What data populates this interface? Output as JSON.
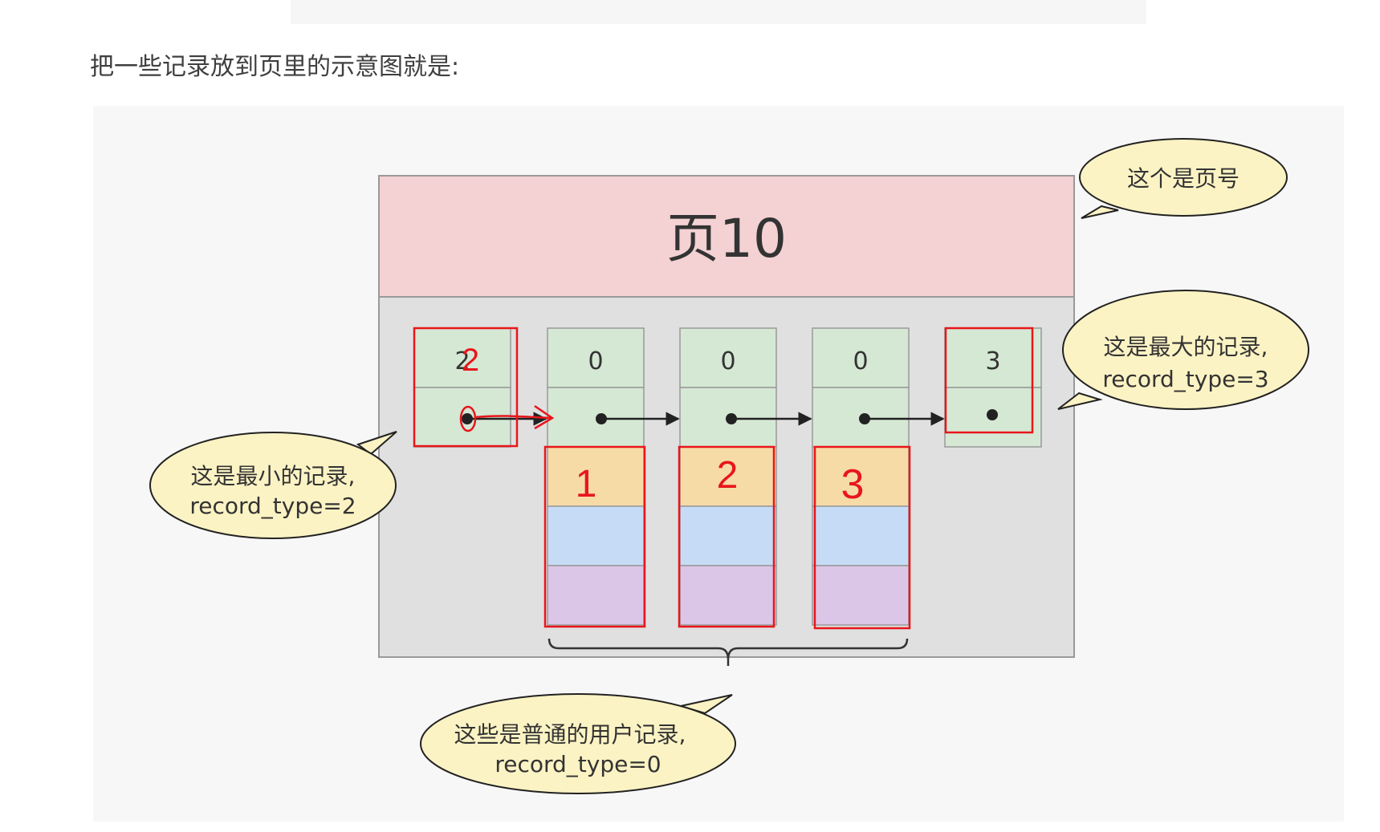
{
  "heading": "把一些记录放到页里的示意图就是:",
  "page": {
    "title": "页10"
  },
  "records": {
    "infimum": {
      "header_value": "2",
      "annotation": "2"
    },
    "user": [
      {
        "header_value": "0",
        "annotation": "1"
      },
      {
        "header_value": "0",
        "annotation": "2"
      },
      {
        "header_value": "0",
        "annotation": "3"
      }
    ],
    "supremum": {
      "header_value": "3"
    }
  },
  "callouts": {
    "page_number": "这个是页号",
    "min_record": {
      "line1": "这是最小的记录,",
      "line2": "record_type=2"
    },
    "max_record": {
      "line1": "这是最大的记录,",
      "line2": "record_type=3"
    },
    "user_records": {
      "line1": "这些是普通的用户记录,",
      "line2": "record_type=0"
    }
  },
  "colors": {
    "page_header_fill": "#f4d1d3",
    "page_body_fill": "#e0e0e0",
    "record_header_fill": "#d5e8d4",
    "row1_fill": "#f6dba7",
    "row2_fill": "#c6dcf6",
    "row3_fill": "#dcc6e8",
    "callout_fill": "#fcf3c4",
    "annotation_red": "#e8161b"
  }
}
